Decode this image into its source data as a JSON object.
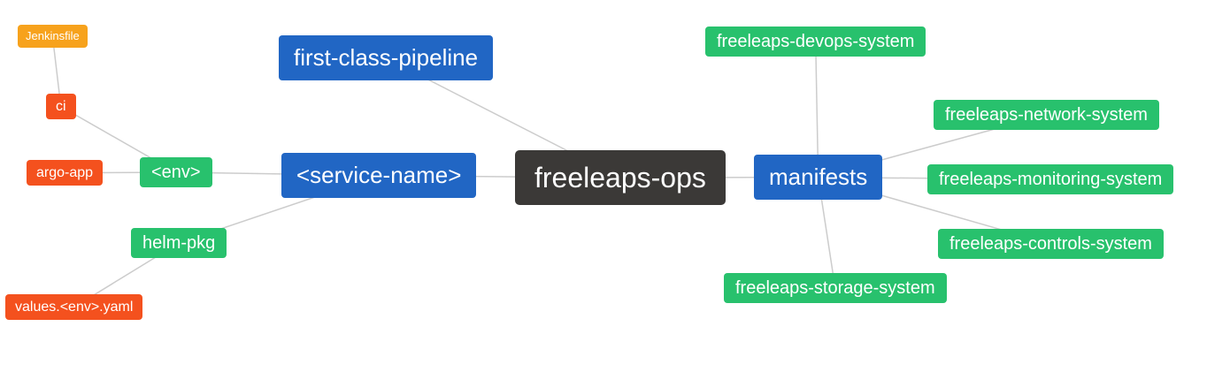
{
  "title": "freeleaps-ops mind map",
  "colors": {
    "root": "#3b3937",
    "blue": "#2166c4",
    "green": "#28c16d",
    "red": "#f4511e",
    "orange": "#f7a21c",
    "edge": "#cccccc"
  },
  "nodes": {
    "root": {
      "label": "freeleaps-ops"
    },
    "first_class_pipeline": {
      "label": "first-class-pipeline"
    },
    "service_name": {
      "label": "<service-name>"
    },
    "manifests": {
      "label": "manifests"
    },
    "env": {
      "label": "<env>"
    },
    "helm_pkg": {
      "label": "helm-pkg"
    },
    "ci": {
      "label": "ci"
    },
    "argo_app": {
      "label": "argo-app"
    },
    "jenkinsfile": {
      "label": "Jenkinsfile"
    },
    "values_env_yaml": {
      "label": "values.<env>.yaml"
    },
    "devops_system": {
      "label": "freeleaps-devops-system"
    },
    "network_system": {
      "label": "freeleaps-network-system"
    },
    "monitoring_system": {
      "label": "freeleaps-monitoring-system"
    },
    "controls_system": {
      "label": "freeleaps-controls-system"
    },
    "storage_system": {
      "label": "freeleaps-storage-system"
    }
  },
  "edges": [
    {
      "from": "jenkinsfile",
      "to": "ci"
    },
    {
      "from": "ci",
      "to": "env"
    },
    {
      "from": "argo_app",
      "to": "env"
    },
    {
      "from": "env",
      "to": "service_name"
    },
    {
      "from": "values_env_yaml",
      "to": "helm_pkg"
    },
    {
      "from": "helm_pkg",
      "to": "service_name"
    },
    {
      "from": "service_name",
      "to": "root"
    },
    {
      "from": "first_class_pipeline",
      "to": "root"
    },
    {
      "from": "root",
      "to": "manifests"
    },
    {
      "from": "manifests",
      "to": "devops_system"
    },
    {
      "from": "manifests",
      "to": "network_system"
    },
    {
      "from": "manifests",
      "to": "monitoring_system"
    },
    {
      "from": "manifests",
      "to": "controls_system"
    },
    {
      "from": "manifests",
      "to": "storage_system"
    }
  ]
}
